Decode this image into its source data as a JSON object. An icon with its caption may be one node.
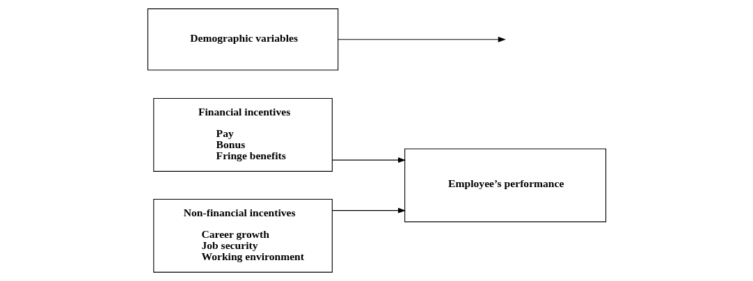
{
  "diagram": {
    "nodes": [
      {
        "text": [
          "Financial incentives",
          "Pay",
          "Bonus",
          "Fringe benefits"
        ]
      },
      {
        "text": [
          "Non-financial incentives",
          "Career growth",
          "Job security",
          "Working environment"
        ]
      },
      {
        "text": [
          "Employee’s performance"
        ]
      },
      {
        "text": [
          "Demographic variables"
        ]
      }
    ],
    "edges": [
      {
        "from": 0,
        "to": 2,
        "arrow": "to"
      },
      {
        "from": 1,
        "to": 2,
        "arrow": "to"
      },
      {
        "from": 3,
        "to": null,
        "arrow": "to"
      }
    ]
  }
}
